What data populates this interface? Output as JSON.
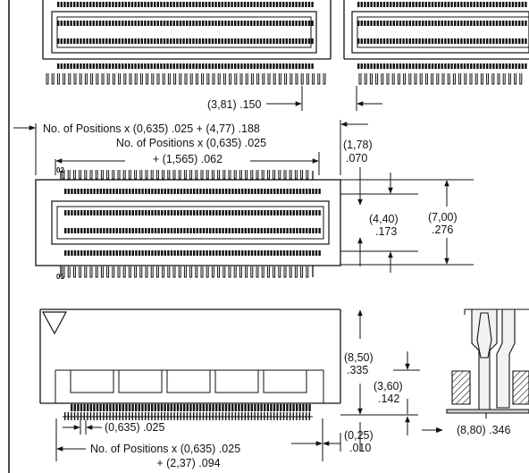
{
  "top_view": {
    "pitch_dim": "(3,81) .150"
  },
  "plan_view": {
    "overall_length": "No. of Positions x (0,635) .025 + (4,77) .188",
    "inner_length_line1": "No. of Positions x (0,635) .025",
    "inner_length_line2": "+ (1,565) .062",
    "edge_metric": "(1,78)",
    "edge_inch": ".070",
    "slot_metric": "(4,40)",
    "slot_inch": ".173",
    "width_metric": "(7,00)",
    "width_inch": ".276",
    "pin_first": "01",
    "pin_last": "02"
  },
  "side_view": {
    "height_metric": "(8,50)",
    "height_inch": ".335",
    "seat_metric": "(3,60)",
    "seat_inch": ".142",
    "tail_metric": "(0,25)",
    "tail_inch": ".010",
    "pitch": "(0,635) .025",
    "base_line1": "No. of Positions x (0,635) .025",
    "base_line2": "+ (2,37) .094"
  },
  "end_view": {
    "depth": "(8,80) .346"
  }
}
